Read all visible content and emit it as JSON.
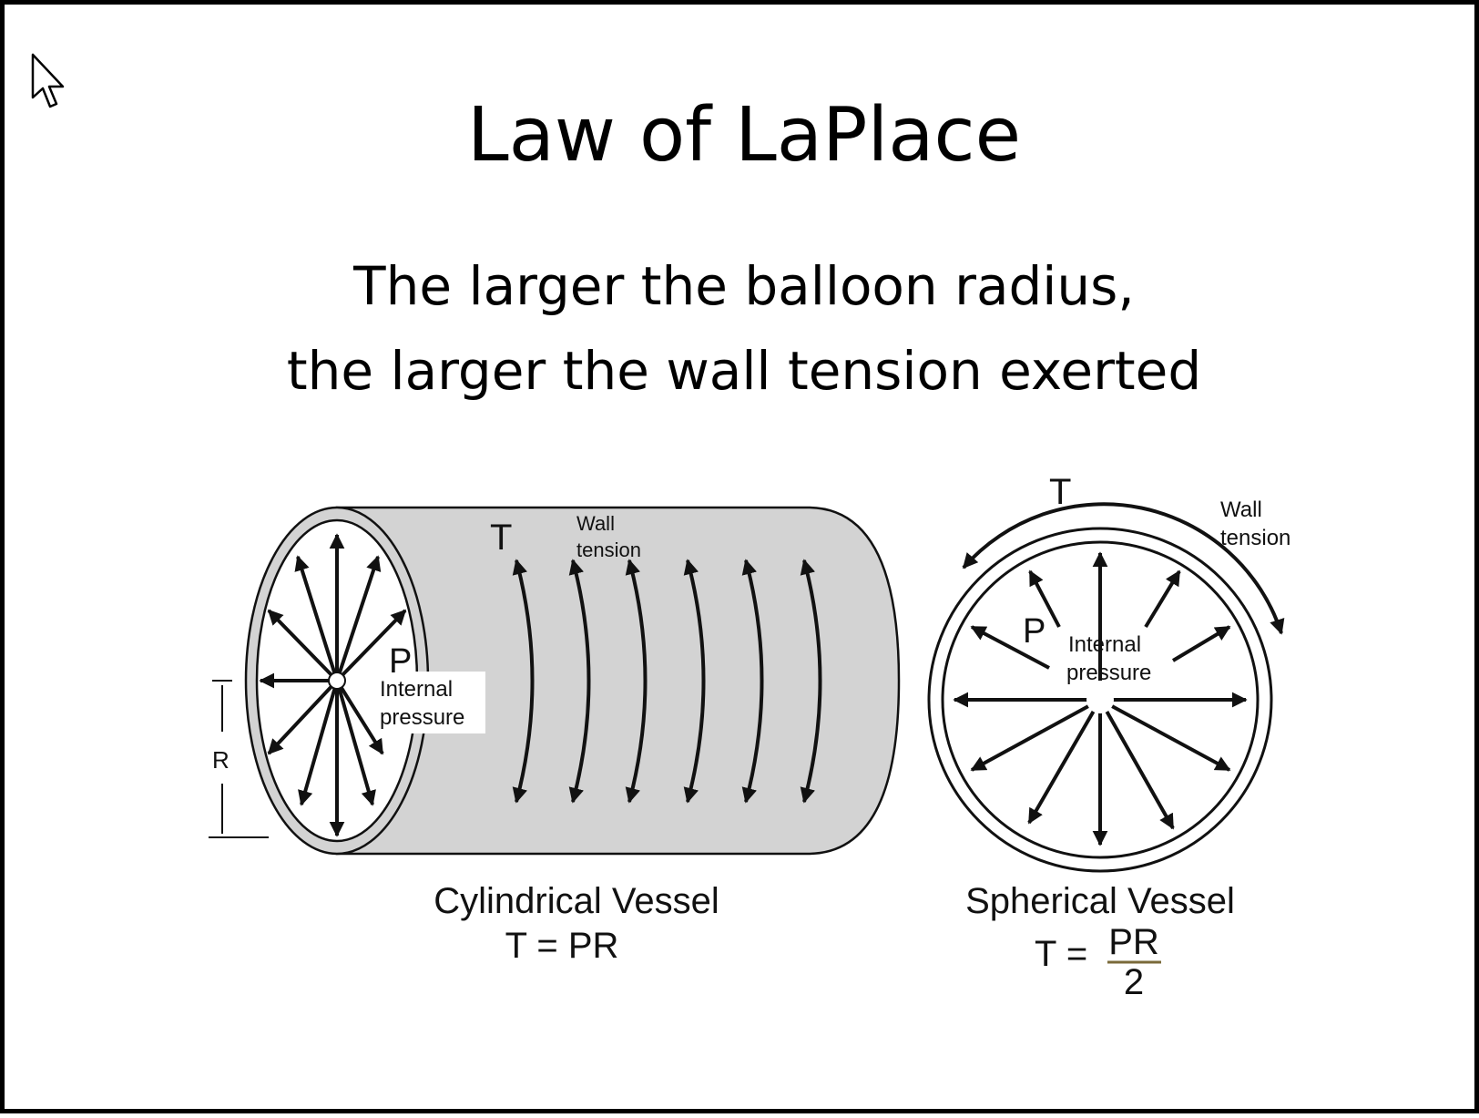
{
  "slide": {
    "title": "Law of LaPlace",
    "subtitle_line1": "The larger the balloon radius,",
    "subtitle_line2": "the larger the wall tension exerted"
  },
  "cylinder": {
    "tension_symbol": "T",
    "wall_label_line1": "Wall",
    "wall_label_line2": "tension",
    "pressure_symbol": "P",
    "internal_label_line1": "Internal",
    "internal_label_line2": "pressure",
    "radius_symbol": "R",
    "caption": "Cylindrical Vessel",
    "formula": "T = PR"
  },
  "sphere": {
    "tension_symbol": "T",
    "wall_label_line1": "Wall",
    "wall_label_line2": "tension",
    "pressure_symbol": "P",
    "internal_label_line1": "Internal",
    "internal_label_line2": "pressure",
    "caption": "Spherical Vessel",
    "formula_lhs": "T =",
    "formula_numerator": "PR",
    "formula_denominator": "2"
  },
  "colors": {
    "vessel_fill": "#d3d3d3",
    "ink": "#111111",
    "fraction_bar": "#7a6a3a"
  }
}
